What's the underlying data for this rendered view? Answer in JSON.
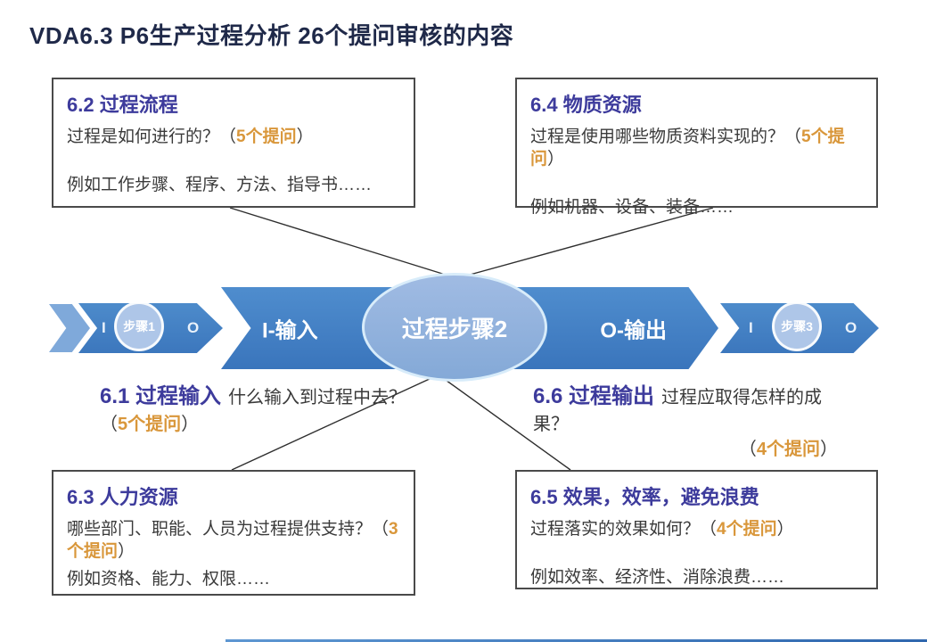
{
  "title": "VDA6.3 P6生产过程分析 26个提问审核的内容",
  "colors": {
    "title_navy": "#1F2949",
    "heading_purple": "#3D3B9C",
    "body_gray": "#3A3A3A",
    "highlight_orange": "#D9973B",
    "arrow_blue": "#4080C5",
    "ellipse_blue": "#8FB2DE"
  },
  "boxes": [
    {
      "title": "6.2 过程流程",
      "q_pre": "过程是如何进行的？（",
      "q_count": "5个提问",
      "q_post": "）",
      "example": "例如工作步骤、程序、方法、指导书……"
    },
    {
      "title": "6.4 物质资源",
      "q_pre": "过程是使用哪些物质资料实现的？（",
      "q_count": "5个提问",
      "q_post": "）",
      "example": "例如机器、设备、装备……"
    },
    {
      "title": "6.3 人力资源",
      "q_pre": "哪些部门、职能、人员为过程提供支持？（",
      "q_count": "3个提问",
      "q_post": "）",
      "example": "例如资格、能力、权限……"
    },
    {
      "title": "6.5 效果，效率，避免浪费",
      "q_pre": "过程落实的效果如何？（",
      "q_count": "4个提问",
      "q_post": "）",
      "example": "例如效率、经济性、消除浪费……"
    }
  ],
  "flow": {
    "step1": {
      "input_label": "I",
      "step_label": "步骤1",
      "output_label": "O"
    },
    "main": {
      "input_label": "I-输入",
      "center_label": "过程步骤2",
      "output_label": "O-输出"
    },
    "step3": {
      "input_label": "I",
      "step_label": "步骤3",
      "output_label": "O"
    }
  },
  "mid_labels": {
    "input": {
      "title": "6.1 过程输入",
      "question": "什么输入到过程中去？",
      "count_pre": "（",
      "count": "5个提问",
      "count_post": "）"
    },
    "output": {
      "title": "6.6 过程输出",
      "question": "过程应取得怎样的成果？",
      "count_pre": "（",
      "count": "4个提问",
      "count_post": "）"
    }
  }
}
